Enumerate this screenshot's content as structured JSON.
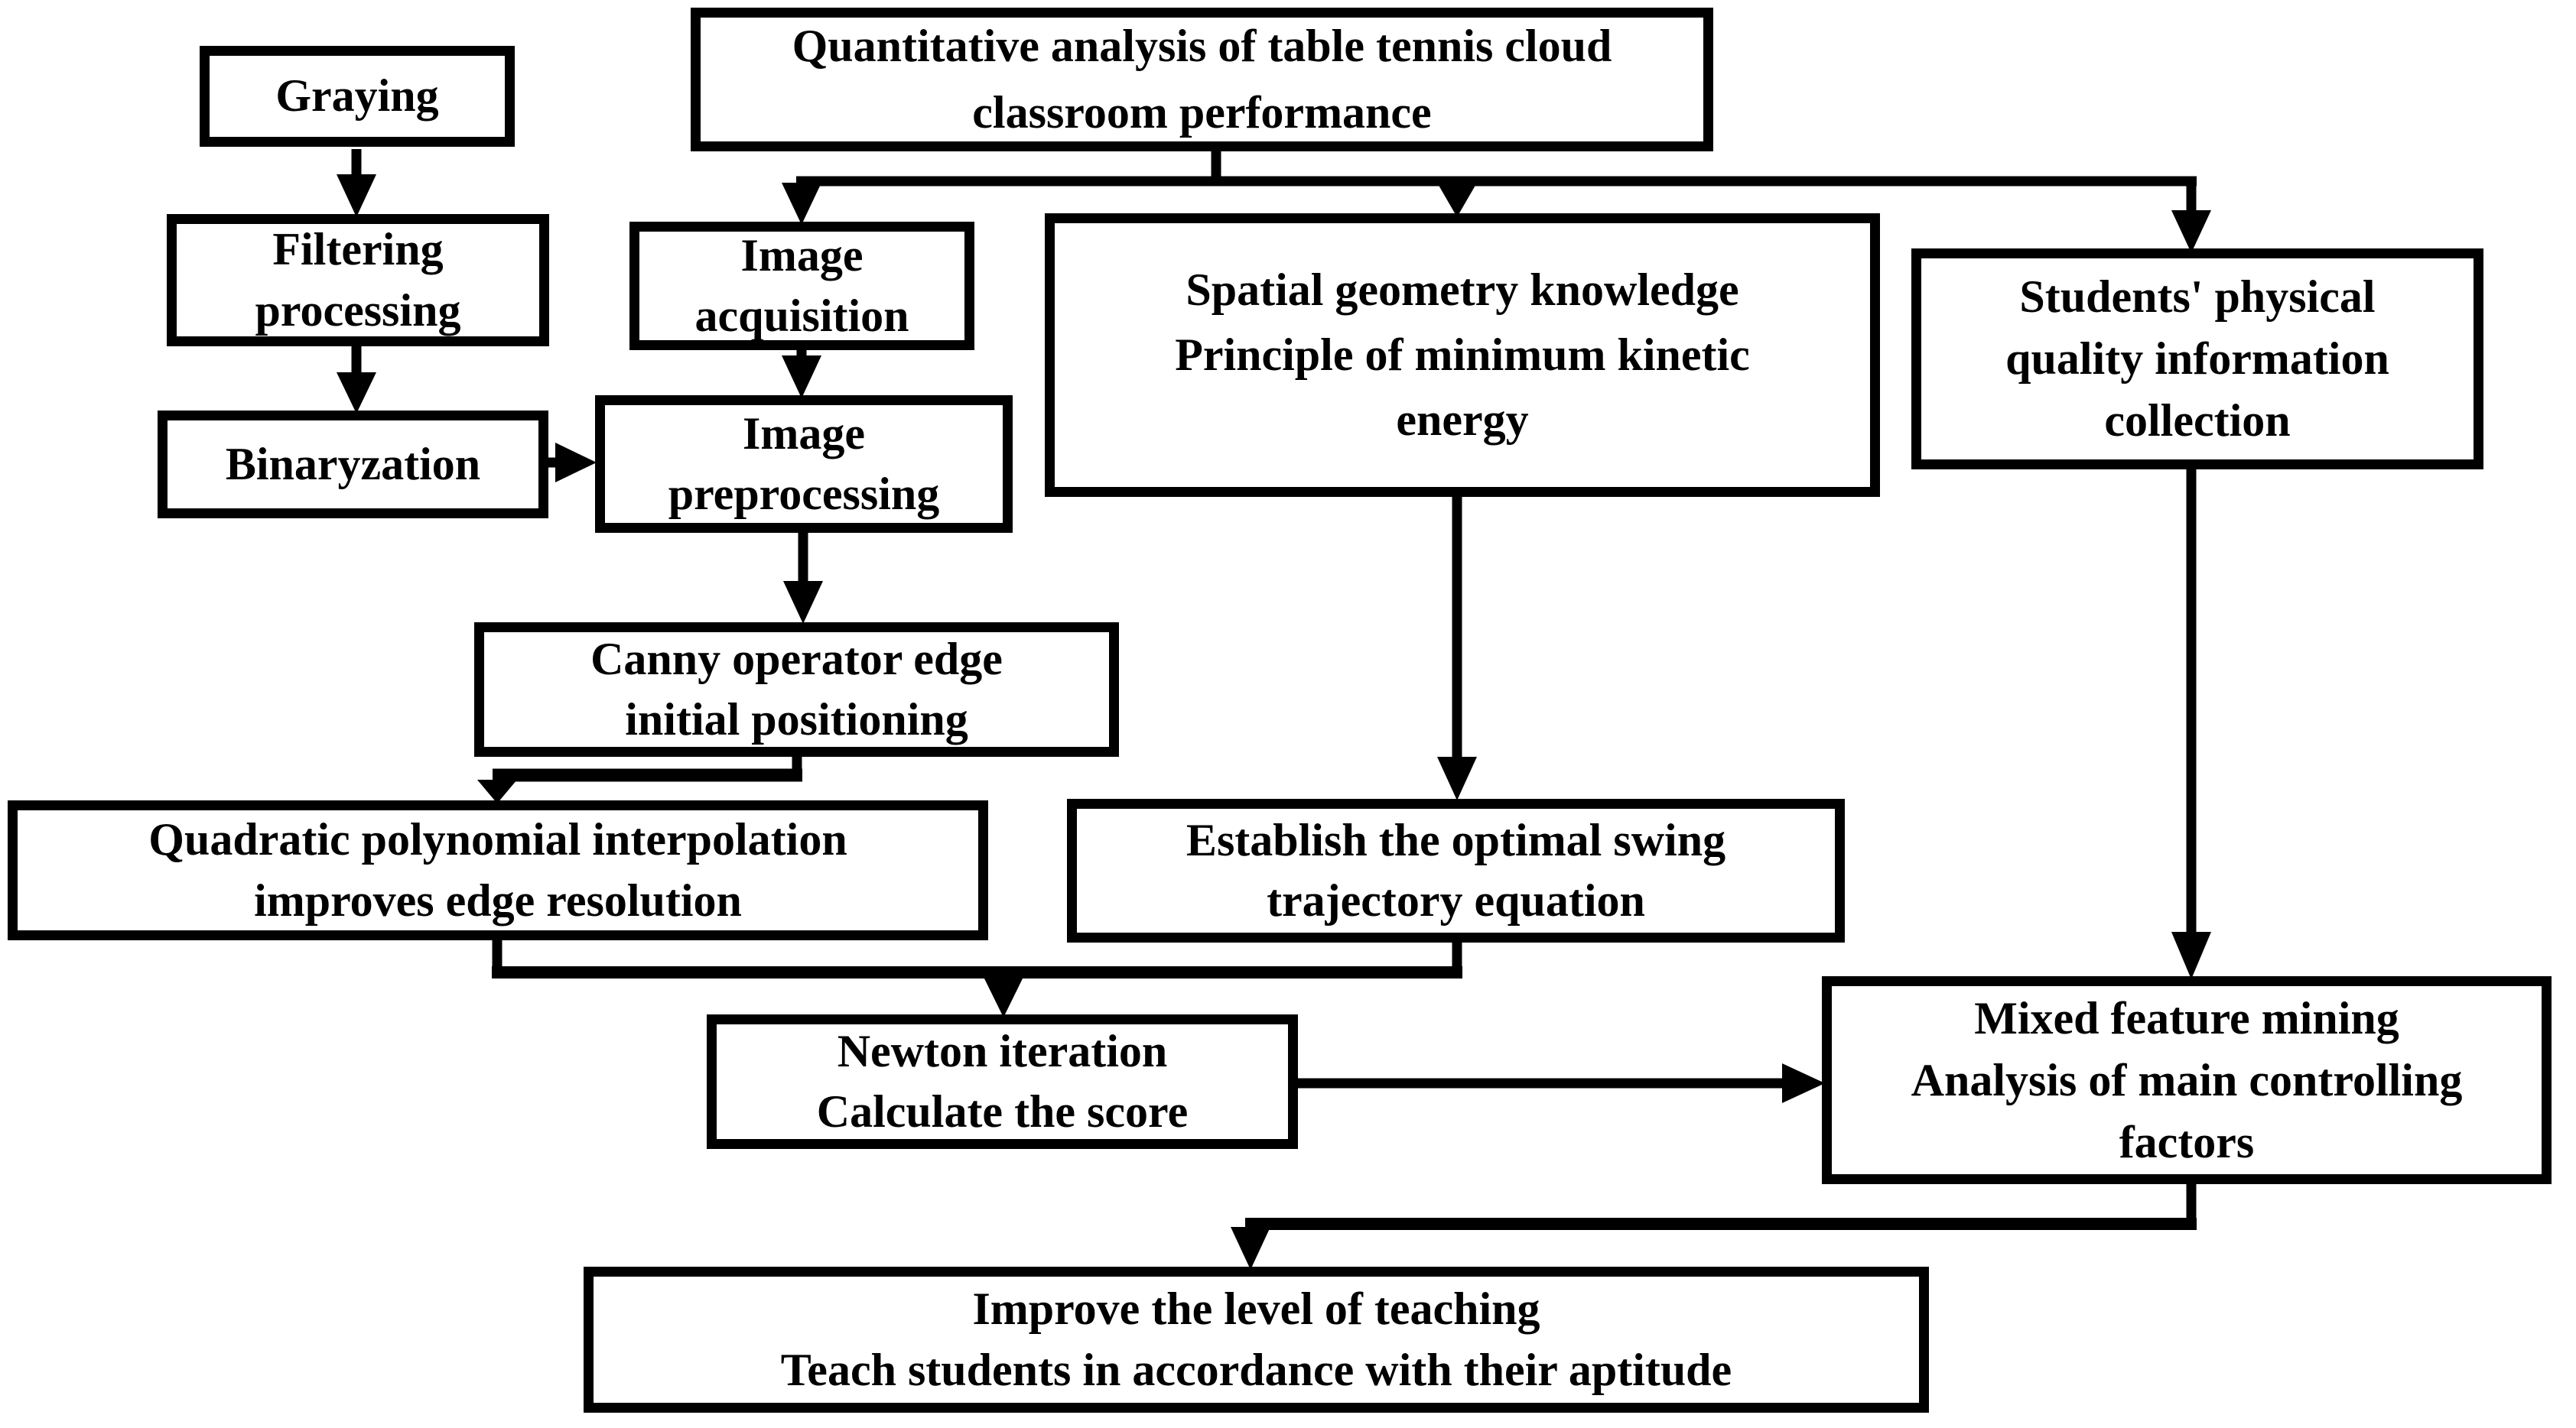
{
  "diagram": {
    "background_color": "#ffffff",
    "line_color": "#000000",
    "box_border_color": "#000000",
    "text_color": "#000000",
    "nodes": {
      "title": {
        "label": "Quantitative analysis of table tennis cloud\nclassroom performance"
      },
      "graying": {
        "label": "Graying"
      },
      "filtering": {
        "label": "Filtering\nprocessing"
      },
      "binaryzation": {
        "label": "Binaryzation"
      },
      "image_acquisition": {
        "label": "Image\nacquisition"
      },
      "spatial_geometry": {
        "label": "Spatial geometry knowledge\nPrinciple of minimum kinetic\nenergy"
      },
      "students_physical": {
        "label": "Students' physical\nquality information\ncollection"
      },
      "image_preprocessing": {
        "label": "Image\npreprocessing"
      },
      "canny": {
        "label": "Canny operator edge\ninitial positioning"
      },
      "quadratic": {
        "label": "Quadratic polynomial interpolation\nimproves edge resolution"
      },
      "establish": {
        "label": "Establish the optimal swing\ntrajectory equation"
      },
      "newton": {
        "label": "Newton iteration\nCalculate the score"
      },
      "mixed_feature": {
        "label": "Mixed feature mining\nAnalysis of main controlling\nfactors"
      },
      "improve": {
        "label": "Improve the level of teaching\nTeach students in accordance with their aptitude"
      }
    }
  }
}
